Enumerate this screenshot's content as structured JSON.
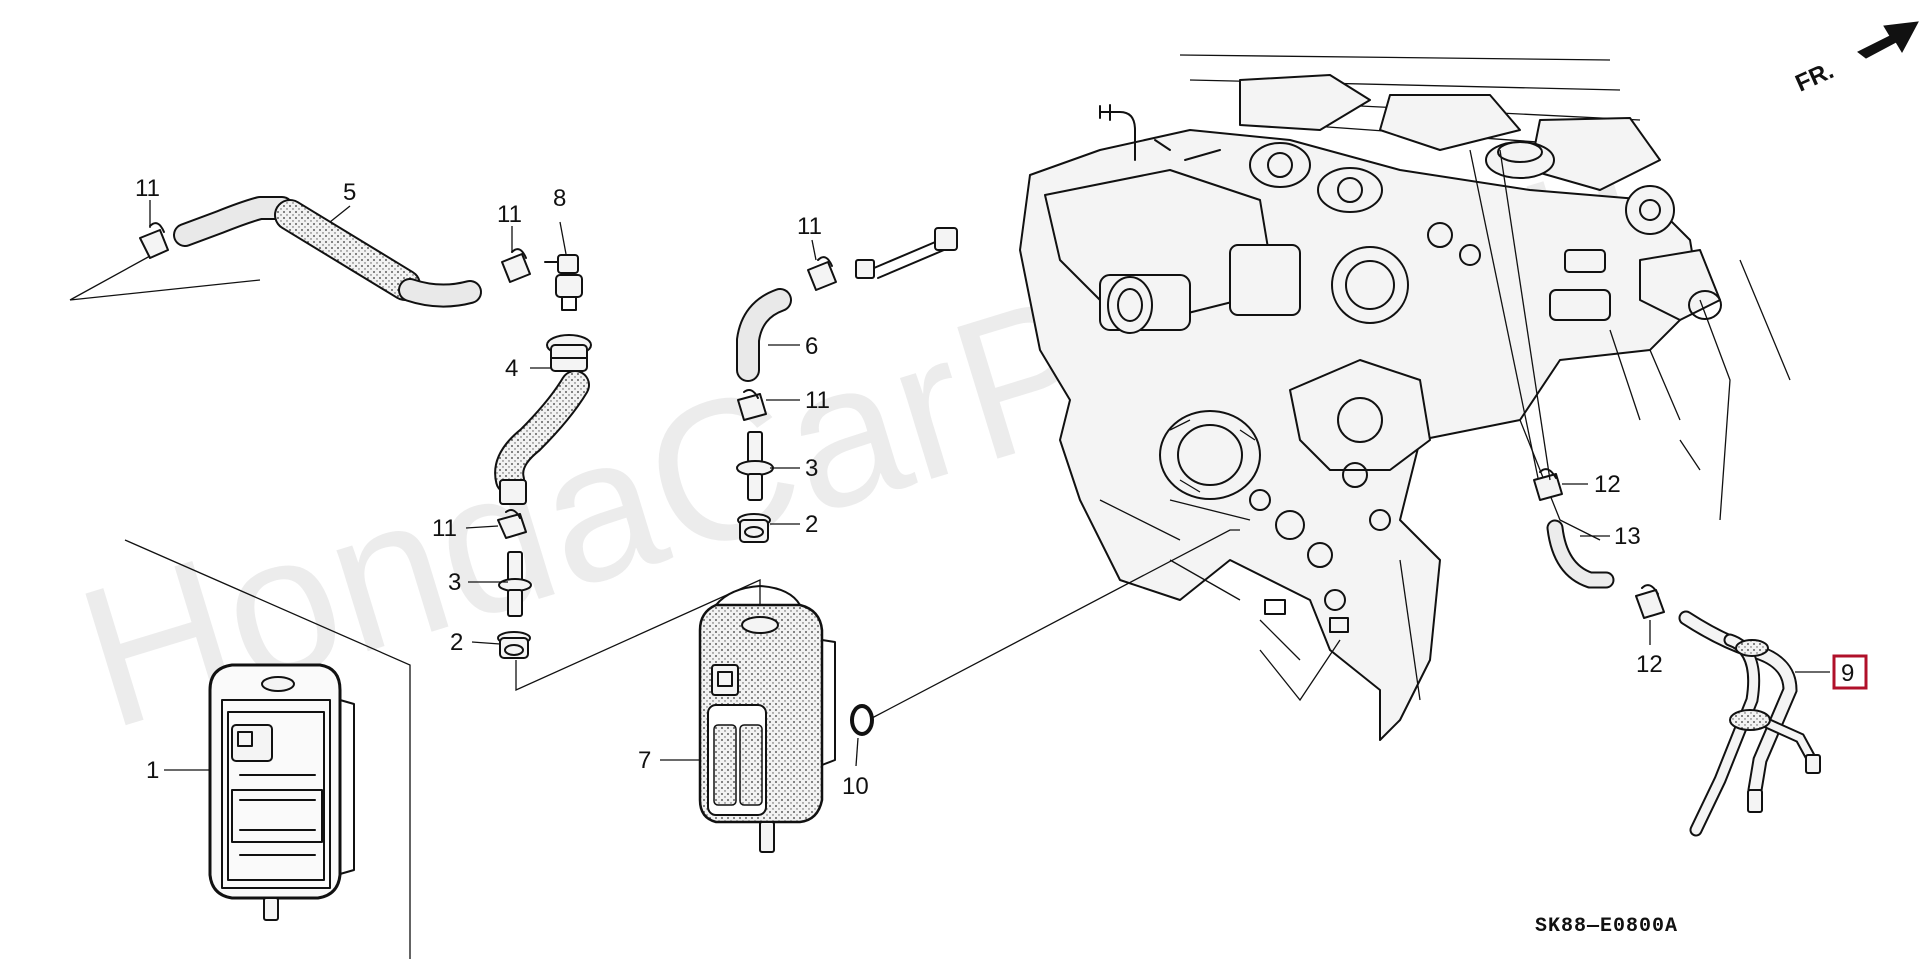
{
  "diagram": {
    "code": "SK88—E0800A",
    "direction_label": "FR.",
    "watermark": "HondaCarParts.ru",
    "highlight_color": "#b0102a",
    "callouts": {
      "c11a": "11",
      "c5": "5",
      "c11b": "11",
      "c8": "8",
      "c4": "4",
      "c11c": "11",
      "c3a": "3",
      "c2a": "2",
      "c11d": "11",
      "c6": "6",
      "c11e": "11",
      "c3b": "3",
      "c2b": "2",
      "c7": "7",
      "c10": "10",
      "c1": "1",
      "c12a": "12",
      "c13": "13",
      "c12b": "12",
      "c9": "9"
    }
  }
}
